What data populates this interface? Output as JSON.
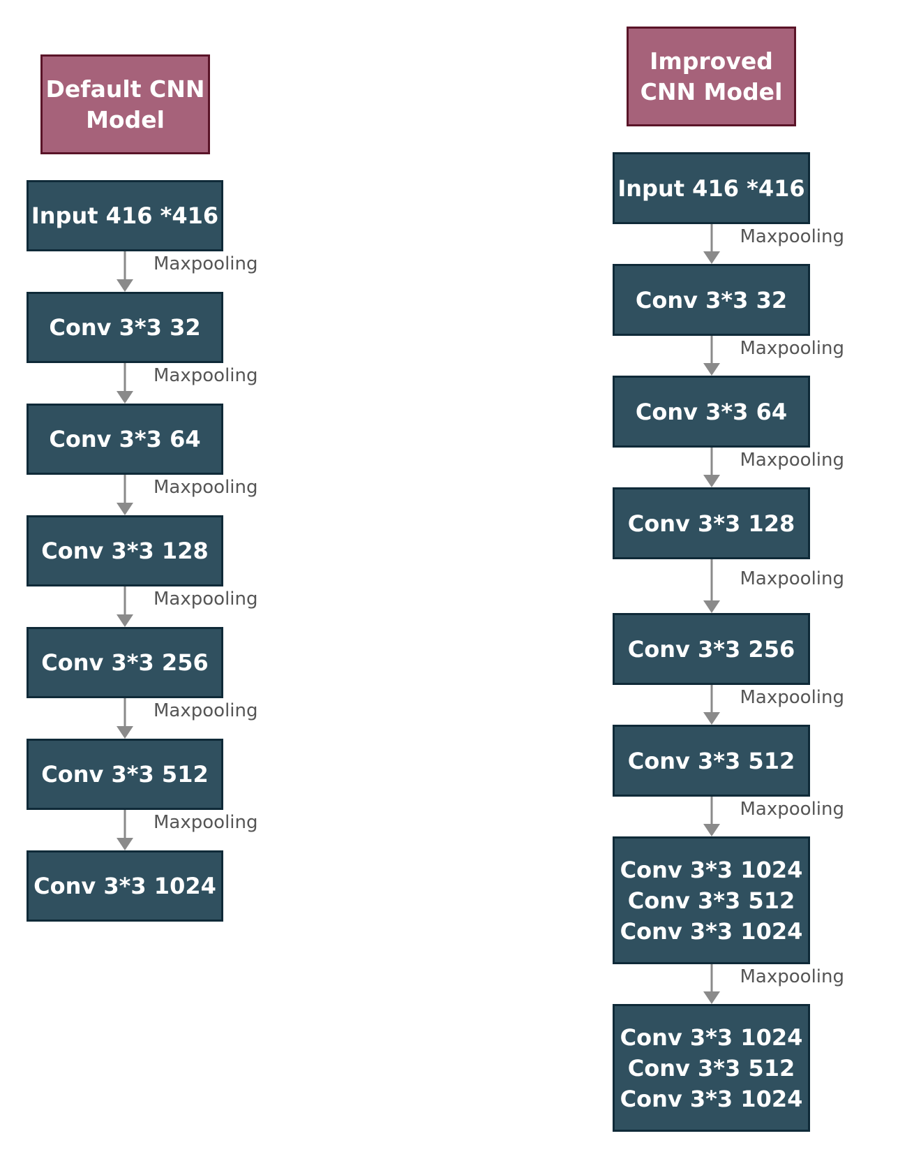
{
  "colors": {
    "title_fill": "#a6627a",
    "title_border": "#5a1428",
    "layer_fill": "#30505f",
    "layer_border": "#0f2a38",
    "arrow": "#8a8a8a",
    "label": "#555555"
  },
  "default_model": {
    "title": [
      "Default CNN",
      "Model"
    ],
    "layers": [
      {
        "lines": [
          "Input 416 *416"
        ]
      },
      {
        "lines": [
          "Conv 3*3 32"
        ]
      },
      {
        "lines": [
          "Conv 3*3 64"
        ]
      },
      {
        "lines": [
          "Conv 3*3 128"
        ]
      },
      {
        "lines": [
          "Conv 3*3 256"
        ]
      },
      {
        "lines": [
          "Conv 3*3 512"
        ]
      },
      {
        "lines": [
          "Conv 3*3 1024"
        ]
      }
    ],
    "connections": [
      "Maxpooling",
      "Maxpooling",
      "Maxpooling",
      "Maxpooling",
      "Maxpooling",
      "Maxpooling"
    ]
  },
  "improved_model": {
    "title": [
      "Improved",
      "CNN Model"
    ],
    "layers": [
      {
        "lines": [
          "Input 416 *416"
        ]
      },
      {
        "lines": [
          "Conv 3*3 32"
        ]
      },
      {
        "lines": [
          "Conv 3*3 64"
        ]
      },
      {
        "lines": [
          "Conv 3*3 128"
        ]
      },
      {
        "lines": [
          "Conv 3*3 256"
        ]
      },
      {
        "lines": [
          "Conv 3*3 512"
        ]
      },
      {
        "lines": [
          "Conv 3*3 1024",
          "Conv 3*3 512",
          "Conv 3*3 1024"
        ]
      },
      {
        "lines": [
          "Conv 3*3 1024",
          "Conv 3*3 512",
          "Conv 3*3 1024"
        ]
      }
    ],
    "connections": [
      "Maxpooling",
      "Maxpooling",
      "Maxpooling",
      "Maxpooling",
      "Maxpooling",
      "Maxpooling",
      "Maxpooling"
    ]
  }
}
